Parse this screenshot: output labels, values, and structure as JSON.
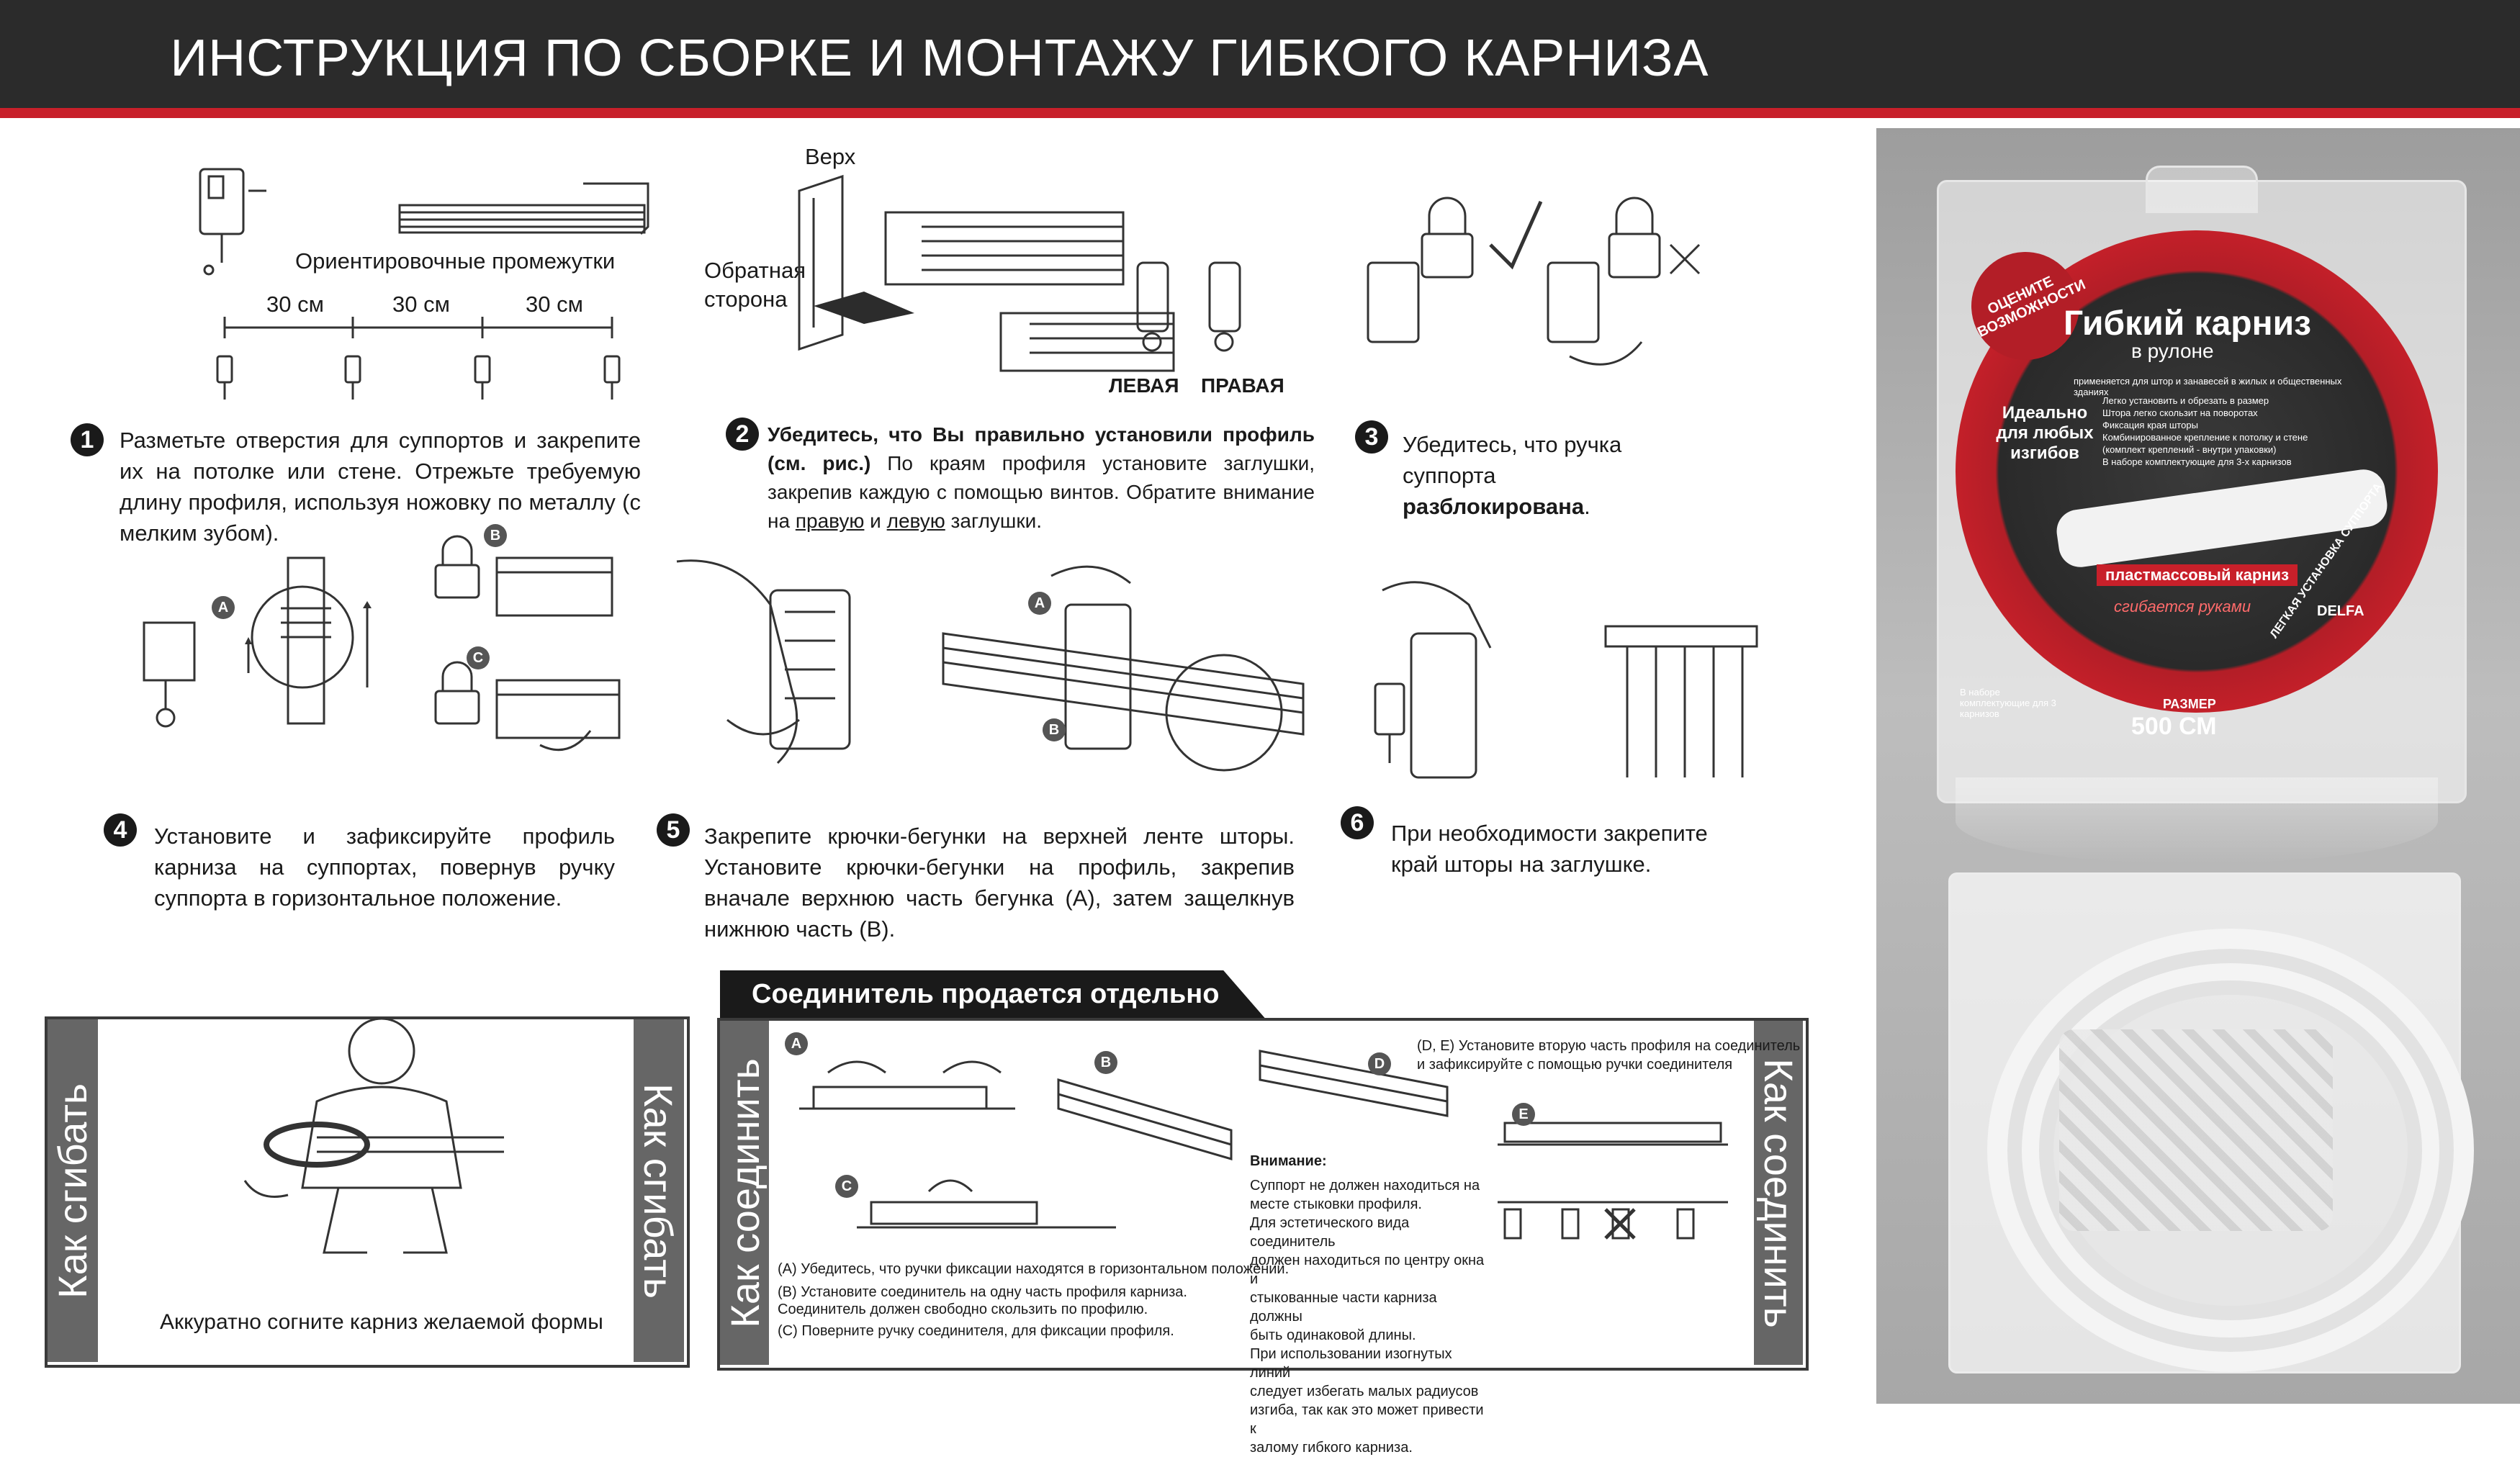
{
  "header": {
    "title": "ИНСТРУКЦИЯ ПО СБОРКЕ И МОНТАЖУ ГИБКОГО КАРНИЗА"
  },
  "step1": {
    "num": "1",
    "gaps_label": "Ориентировочные промежутки",
    "gap": [
      "30 см",
      "30 см",
      "30 см"
    ],
    "text": "Разметьте отверстия для суппортов и закрепите их на потолке или стене. Отрежьте требуемую длину профиля, используя ножовку по металлу (с мелким зубом)."
  },
  "step2": {
    "num": "2",
    "top_label": "Верх",
    "back_label_1": "Обратная",
    "back_label_2": "сторона",
    "left_label": "ЛЕВАЯ",
    "right_label": "ПРАВАЯ",
    "text_bold": "Убедитесь, что Вы правильно установили профиль (см. рис.)",
    "text_1": " По краям профиля установите заглушки, закрепив каждую с помощью винтов. Обратите внимание на ",
    "text_right": "правую",
    "text_and": " и ",
    "text_left": "левую",
    "text_end": " заглушки."
  },
  "step3": {
    "num": "3",
    "text_1": "Убедитесь, что ручка суппорта",
    "text_bold": "разблокирована",
    "text_end": "."
  },
  "step4": {
    "num": "4",
    "label_a": "A",
    "label_b": "B",
    "label_c": "C",
    "text": "Установите и зафиксируйте профиль карниза на суппортах, повернув ручку суппорта в горизонтальное положение."
  },
  "step5": {
    "num": "5",
    "label_a": "A",
    "label_b": "B",
    "text": "Закрепите крючки-бегунки на верхней ленте шторы. Установите крючки-бегунки на профиль, закрепив вначале верхнюю часть бегунка (А), затем защелкнув нижнюю часть (В)."
  },
  "step6": {
    "num": "6",
    "text": "При необходимости закрепите край шторы на заглушке."
  },
  "bend": {
    "side_label": "Как сгибать",
    "caption": "Аккуратно согните карниз желаемой формы"
  },
  "connect": {
    "banner": "Соединитель продается отдельно",
    "side_label": "Как соединить",
    "labels": [
      "A",
      "B",
      "C",
      "D",
      "E"
    ],
    "note_a": "(А) Убедитесь, что ручки фиксации находятся в горизонтальном положении.",
    "note_b1": "(В) Установите соединитель на одну часть профиля карниза.",
    "note_b2": "Соединитель должен свободно скользить по профилю.",
    "note_c": "(С) Поверните ручку соединителя, для фиксации профиля.",
    "note_de1": "(D, E) Установите вторую часть профиля на соединитель",
    "note_de2": "и зафиксируйте с помощью ручки соединителя",
    "warn_title": "Внимание:",
    "warn_lines": [
      "Суппорт не должен находиться на",
      "месте стыковки профиля.",
      "Для эстетического вида соединитель",
      "должен находиться по центру окна и",
      "стыкованные части карниза должны",
      "быть одинаковой длины.",
      "При использовании изогнутых линий",
      "следует избегать малых радиусов",
      "изгиба, так как это может привести к",
      "залому гибкого карниза."
    ]
  },
  "product": {
    "badge_1": "ОЦЕНИТЕ",
    "badge_2": "ВОЗМОЖНОСТИ",
    "title": "Гибкий карниз",
    "subtitle": "в рулоне",
    "tagline": "применяется для штор и занавесей в жилых и общественных зданиях",
    "ideal_1": "Идеально",
    "ideal_2": "для любых",
    "ideal_3": "изгибов",
    "features": [
      "Легко установить и обрезать в размер",
      "Штора легко скользит на поворотах",
      "Фиксация края шторы",
      "Комбинированное крепление к потолку и стене",
      "(комплект креплений - внутри упаковки)",
      "В наборе комплектующие для 3-х карнизов"
    ],
    "plastic": "пластмассовый карниз",
    "bend_by_hand": "сгибается руками",
    "brand": "DELFA",
    "size_label": "РАЗМЕР",
    "size_value": "500 СМ",
    "easy_install": "ЛЕГКАЯ УСТАНОВКА СУППОРТА",
    "set_note": "В наборе комплектующие для 3 карнизов"
  }
}
